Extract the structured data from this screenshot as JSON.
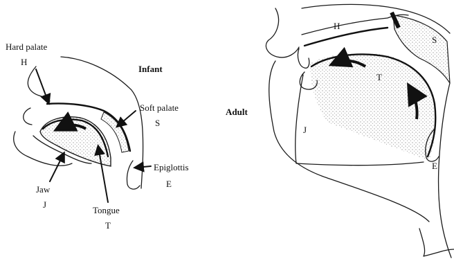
{
  "infant": {
    "title": "Infant",
    "hard_palate": {
      "name": "Hard palate",
      "letter": "H"
    },
    "soft_palate": {
      "name": "Soft palate",
      "letter": "S"
    },
    "epiglottis": {
      "name": "Epiglottis",
      "letter": "E"
    },
    "jaw": {
      "name": "Jaw",
      "letter": "J"
    },
    "tongue": {
      "name": "Tongue",
      "letter": "T"
    }
  },
  "adult": {
    "title": "Adult",
    "hard_palate_letter": "H",
    "soft_palate_letter": "S",
    "tongue_letter": "T",
    "jaw_letter": "J",
    "epiglottis_letter": "E"
  }
}
